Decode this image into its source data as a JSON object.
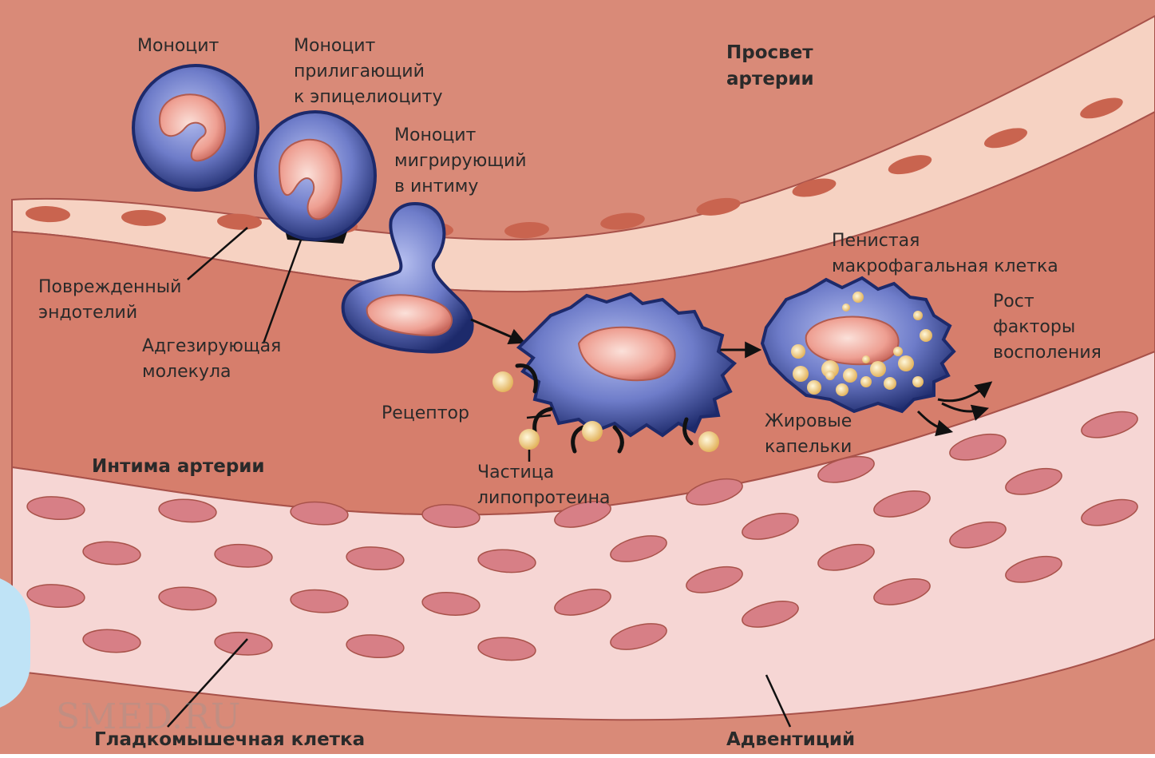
{
  "labels": {
    "monocyte": "Моноцит",
    "adhering_monocyte": [
      "Моноцит",
      "прилигающий",
      "к эпицелиоциту"
    ],
    "lumen": [
      "Просвет",
      "артерии"
    ],
    "migrating_monocyte": [
      "Моноцит",
      "мигрирующий",
      "в интиму"
    ],
    "damaged_endothelium": [
      "Поврежденный",
      "эндотелий"
    ],
    "adhesion_molecule": [
      "Адгезирующая",
      "молекула"
    ],
    "foam_cell": [
      "Пенистая",
      "макрофагальная клетка"
    ],
    "growth_factors": [
      "Рост",
      "факторы",
      "восполения"
    ],
    "receptor": "Рецептор",
    "fat_droplets": [
      "Жировые",
      "капельки"
    ],
    "intima": "Интима артерии",
    "lipoprotein": [
      "Частица",
      "липопротеина"
    ],
    "smooth_muscle": "Гладкомышечная клетка",
    "adventitia": "Адвентиций"
  },
  "watermark": "SMED.RU",
  "colors": {
    "lumen": "#d98a78",
    "intima": "#d67e6c",
    "endothelium": "#f6d2c2",
    "endo_nucleus": "#c9644f",
    "media": "#f6d6d4",
    "media_nucleus": "#d77f86",
    "cell_outline": "#a8524a",
    "monocyte_dark": "#1d2a6b",
    "monocyte_light": "#9aa6e4",
    "nucleus": "#f0a59a",
    "lipid": "#f2d48a"
  }
}
